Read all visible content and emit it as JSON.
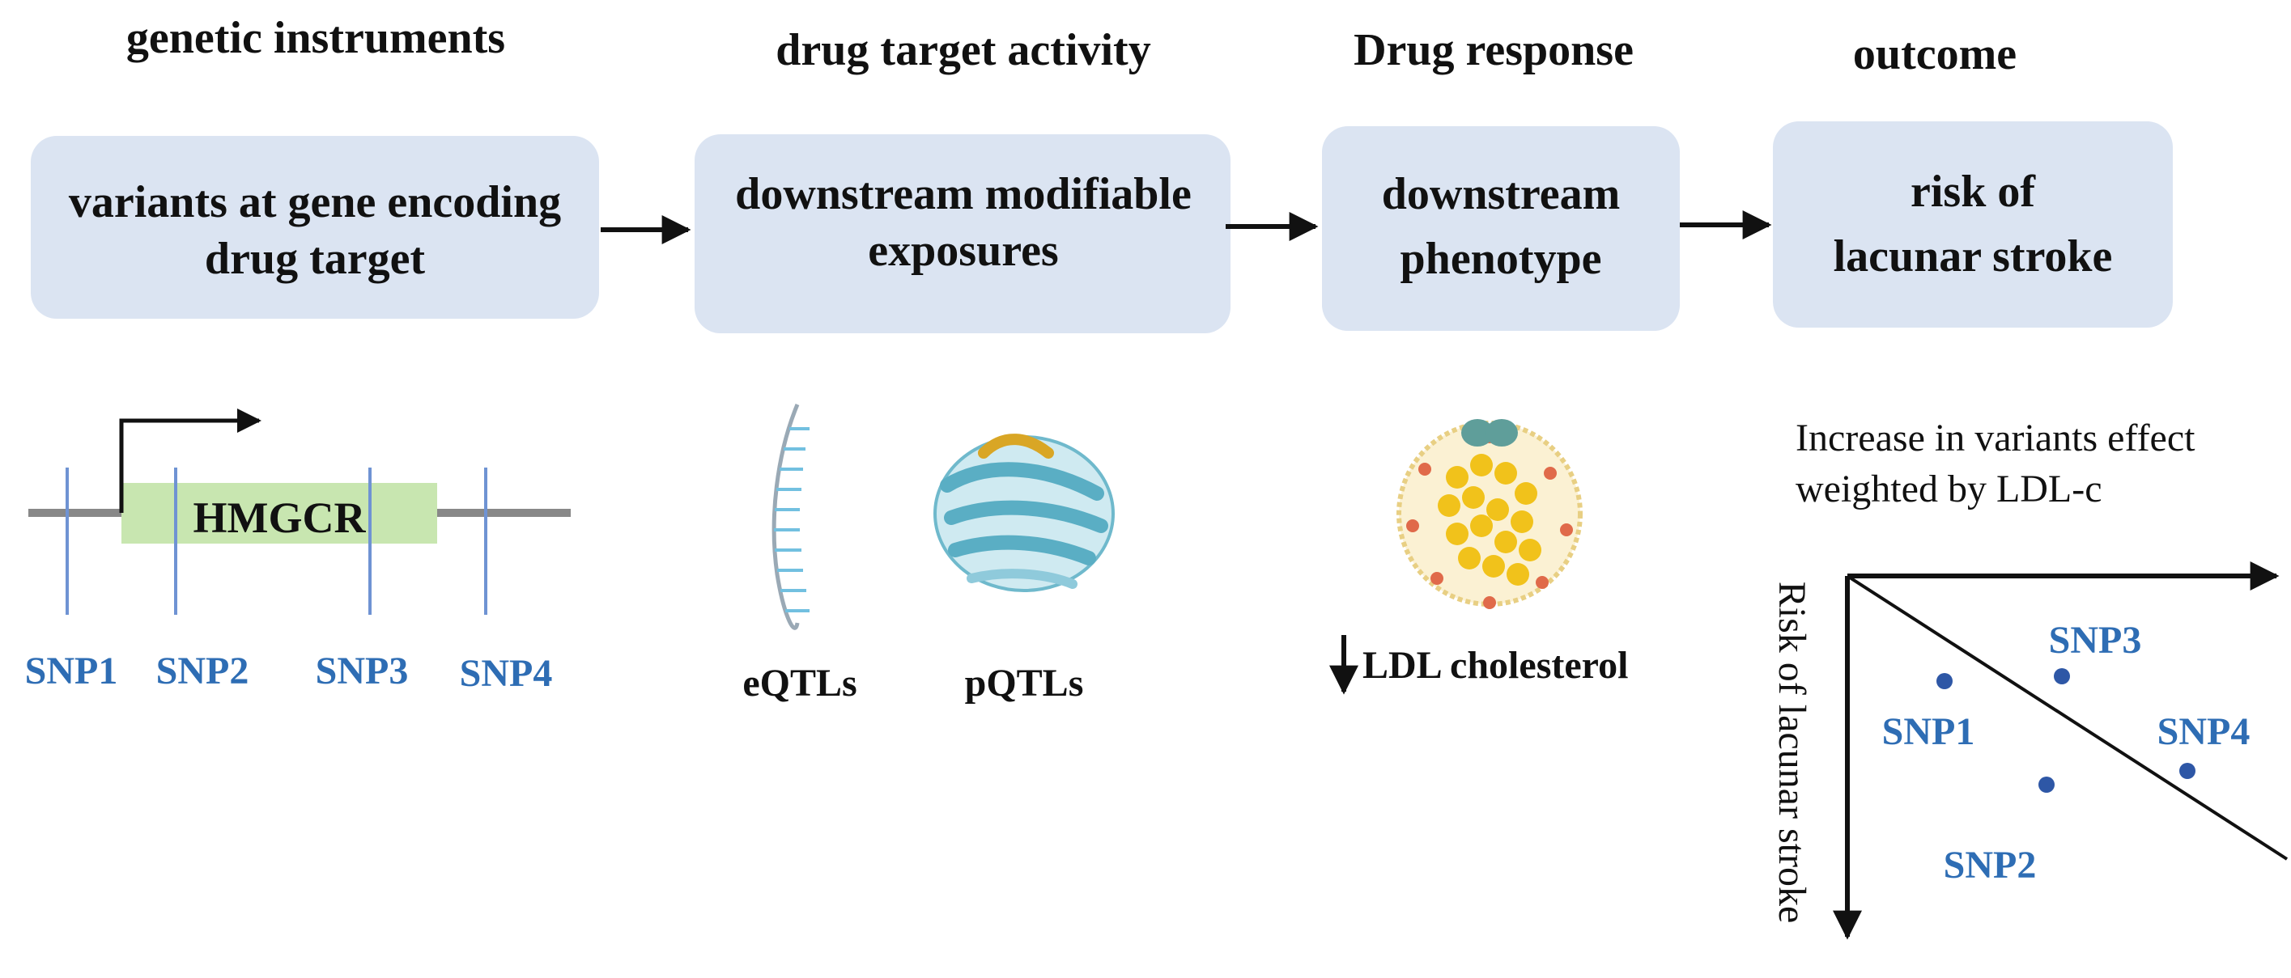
{
  "stages": [
    {
      "header": "genetic instruments",
      "box_lines": [
        "variants at gene encoding",
        "drug target"
      ]
    },
    {
      "header": "drug target activity",
      "box_lines": [
        "downstream modifiable",
        "exposures"
      ]
    },
    {
      "header": "Drug response",
      "box_lines": [
        "downstream",
        "phenotype"
      ]
    },
    {
      "header": "outcome",
      "box_lines": [
        "risk of",
        "lacunar stroke"
      ]
    }
  ],
  "gene": {
    "name": "HMGCR",
    "snps": [
      "SNP1",
      "SNP2",
      "SNP3",
      "SNP4"
    ]
  },
  "qtl_labels": [
    "eQTLs",
    "pQTLs"
  ],
  "ldl_label": "LDL cholesterol",
  "scatter": {
    "caption_lines": [
      "Increase in variants effect",
      "weighted by LDL-c"
    ],
    "y_axis_label": "Risk of lacunar stroke",
    "points": [
      "SNP1",
      "SNP2",
      "SNP3",
      "SNP4"
    ]
  },
  "colors": {
    "box_fill": "#dbe4f2",
    "snp_blue": "#2e6db4",
    "snp_line": "#6f93d3",
    "gene_fill": "#c8e6b0",
    "dot": "#2e57a6"
  }
}
